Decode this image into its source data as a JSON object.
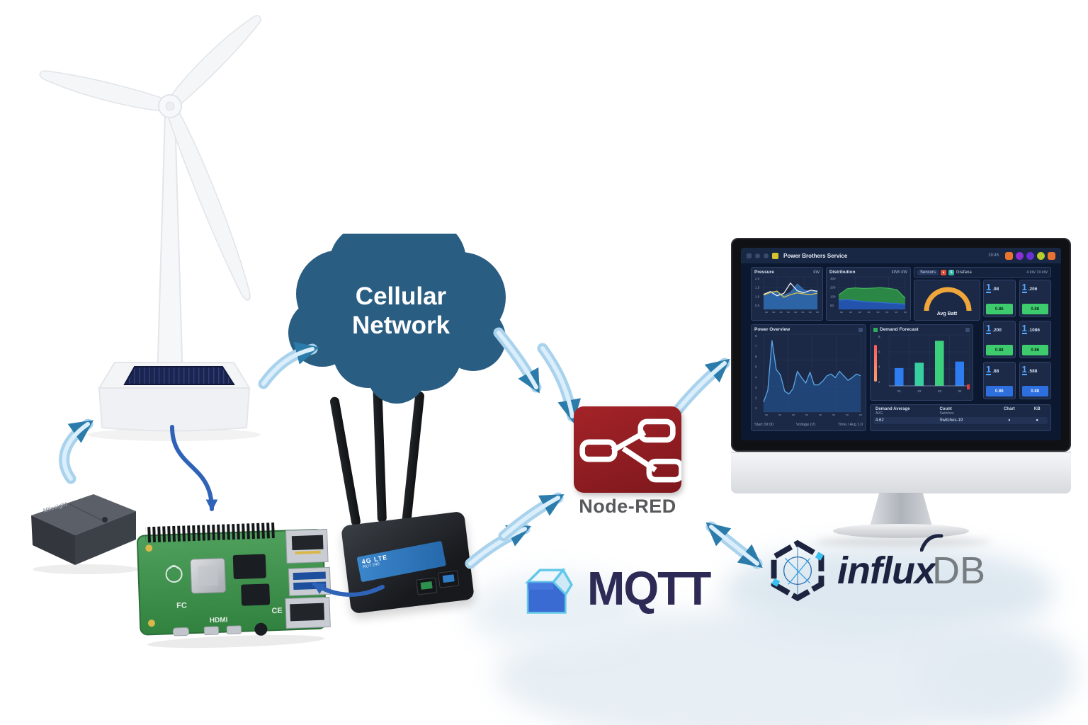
{
  "diagram": {
    "cloud": {
      "label_line1": "Cellular",
      "label_line2": "Network",
      "color": "#2a5d82"
    },
    "node_red": {
      "label": "Node-RED",
      "box_color": "#8f1d22"
    },
    "mqtt": {
      "label": "MQTT",
      "text_color": "#2d2a56"
    },
    "influxdb": {
      "label_main": "influx",
      "label_db": "DB"
    },
    "devices": {
      "sensor_brand": "Milesight",
      "raspberry_pi": {
        "hdmi_label": "HDMI",
        "ce_label": "CE",
        "fcc_label": "FC"
      },
      "router": {
        "sticker_line1": "4G LTE",
        "sticker_line2": "RUT 240"
      }
    }
  },
  "dashboard": {
    "window": {
      "title": "Power Brothers Service",
      "favicon_color": "#d8c12e",
      "clock": "19:45",
      "app_icons": [
        "#e8722e",
        "#8b2fd6",
        "#6b2fd6",
        "#b7cc2d",
        "#e8722e"
      ]
    },
    "tabs": {
      "tab": "Sensors",
      "app": "Grafana",
      "right": "4 kW  19 kW"
    },
    "stats": [
      {
        "value": "1",
        "decimal": ".98",
        "sub": "0.86",
        "bar_color": "#3ecb6e"
      },
      {
        "value": "1",
        "decimal": ".206",
        "sub": "0.88",
        "bar_color": "#3ecb6e"
      },
      {
        "value": "1",
        "decimal": ".200",
        "sub": "0.88",
        "bar_color": "#3ecb6e"
      },
      {
        "value": "1",
        "decimal": ".1086",
        "sub": "0.86",
        "bar_color": "#3ecb6e"
      },
      {
        "value": "1",
        "decimal": ".88",
        "sub": "0.86",
        "bar_color": "#2e6fe0"
      },
      {
        "value": "1",
        "decimal": ".588",
        "sub": "0.88",
        "bar_color": "#2e6fe0"
      }
    ],
    "table": {
      "columns": [
        {
          "label": "Demand Average",
          "sub": "AVG"
        },
        {
          "label": "Count",
          "sub": "Switches"
        },
        {
          "label": "Chart",
          "sub": ""
        },
        {
          "label": "KB",
          "sub": ""
        }
      ],
      "row": [
        "4.62",
        "Switches-19",
        "♦",
        "●"
      ]
    },
    "chart_data": [
      {
        "id": "pressure",
        "type": "area-line",
        "title": "Pressure",
        "unit": "kW",
        "yticks": [
          "2.0",
          "1.5",
          "1.0",
          "0.5"
        ],
        "max": 2.2,
        "series": [
          {
            "name": "output",
            "color": "rgba(110,170,230,0.35)",
            "fill": "rgba(47,111,183,0.85)",
            "values": [
              1.0,
              1.22,
              1.18,
              0.95,
              1.15,
              1.72,
              1.32,
              1.2,
              1.27
            ]
          },
          {
            "name": "avg-line",
            "color": "#e9eff7",
            "values": [
              1.02,
              1.2,
              0.92,
              1.08,
              1.78,
              1.26,
              1.12,
              1.3,
              1.22
            ]
          },
          {
            "name": "target-line",
            "color": "#d9c24a",
            "values": [
              0.96,
              1.14,
              1.24,
              0.82,
              1.0,
              1.12,
              1.04,
              1.0,
              1.1
            ]
          }
        ]
      },
      {
        "id": "distribution",
        "type": "area",
        "title": "Distribution",
        "unit": "kWh  kW",
        "yticks": [
          "300",
          "200",
          "100",
          "50"
        ],
        "max": 340,
        "series": [
          {
            "name": "generation",
            "color": "#3fae57",
            "fill": "rgba(44,140,70,0.95)",
            "values": [
              150,
              215,
              225,
              218,
              222,
              228,
              220,
              206,
              118
            ]
          },
          {
            "name": "consumption",
            "color": "#2f6fd0",
            "fill": "rgba(36,80,180,0.95)",
            "values": [
              96,
              102,
              92,
              82,
              76,
              72,
              66,
              62,
              54
            ]
          }
        ]
      },
      {
        "id": "gauge",
        "type": "gauge",
        "label": "Avg Batt",
        "value": 72,
        "color": "#f0a63a",
        "tip_color": "#5abf57"
      },
      {
        "id": "power-overview",
        "type": "area",
        "title": "Power Overview",
        "yticks": [
          "8",
          "7",
          "6",
          "5",
          "4",
          "3",
          "2",
          "1"
        ],
        "max": 8.6,
        "footer": [
          "Start 09:00",
          "Voltage (V)",
          "Time / Avg 1.0"
        ],
        "series": [
          {
            "name": "power",
            "color": "#5aa7e8",
            "fill": "rgba(38,86,150,0.6)",
            "values": [
              1.1,
              2.4,
              7.9,
              4.7,
              4.1,
              2.3,
              2.0,
              2.6,
              4.5,
              3.8,
              3.2,
              4.4,
              3.0,
              3.0,
              3.4,
              4.0,
              4.2,
              3.8,
              4.5,
              4.0,
              3.5,
              3.8,
              4.2,
              4.0
            ]
          }
        ]
      },
      {
        "id": "demand-forecast",
        "type": "bar",
        "title": "Demand Forecast",
        "yticks": [
          "8",
          "6",
          "4",
          "2"
        ],
        "max": 8.6,
        "categories": [
          "01",
          "02",
          "03",
          "04"
        ],
        "values": [
          3.0,
          3.9,
          7.6,
          4.1
        ],
        "colors": [
          "#2d7df0",
          "#38cfa0",
          "#3bd07c",
          "#2d7df0"
        ]
      }
    ]
  }
}
